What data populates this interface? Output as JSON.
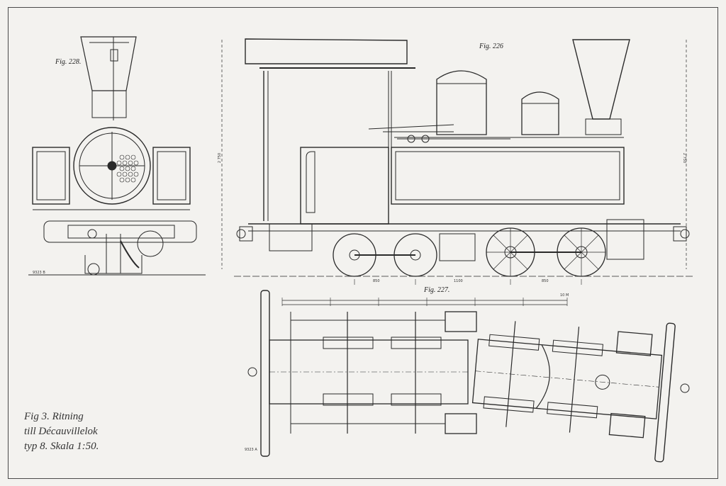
{
  "figures": {
    "front_view_label": "Fig. 228.",
    "side_view_label": "Fig. 226",
    "plan_view_label": "Fig. 227."
  },
  "caption": {
    "line1": "Fig 3. Ritning",
    "line2": "till Décauvillelok",
    "line3": "typ 8. Skala 1:50."
  },
  "dimensions": {
    "wheelbase_1": "850",
    "wheelbase_2": "1100",
    "wheelbase_3": "850",
    "side_height_left": "2 750",
    "side_height_right": "2 750",
    "plan_id_front": "9323 B",
    "plan_id_bottom": "9323 A",
    "scale_end": "10 M"
  },
  "colors": {
    "paper": "#f3f2ef",
    "ink": "#2a2a2a",
    "faint": "#b9b7b2"
  }
}
